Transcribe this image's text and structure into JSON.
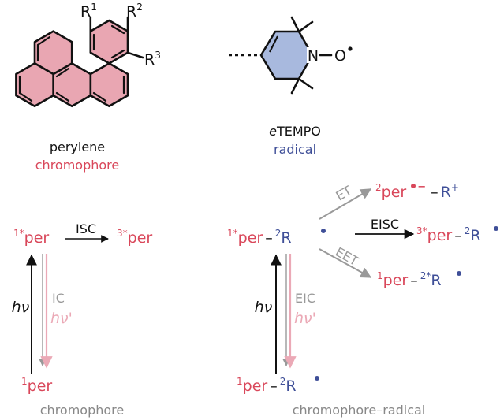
{
  "colors": {
    "red": "#d9475a",
    "pink_fill": "#e9a6b2",
    "blue": "#3f4f98",
    "blue_fill": "#a8b9de",
    "grey": "#999999",
    "light_pink": "#eba9b6",
    "black": "#111111"
  },
  "structures": {
    "perylene": {
      "r1": "R",
      "r1_sup": "1",
      "r2": "R",
      "r2_sup": "2",
      "r3": "R",
      "r3_sup": "3",
      "name": "perylene",
      "role": "chromophore"
    },
    "tempo": {
      "n_label": "N",
      "o_label": "O",
      "name_prefix": "e",
      "name_main": "TEMPO",
      "role": "radical"
    }
  },
  "left_scheme": {
    "singlet_excited": {
      "sup": "1*",
      "text": "per"
    },
    "triplet": {
      "sup": "3*",
      "text": "per"
    },
    "ground": {
      "sup": "1",
      "text": "per"
    },
    "isc_label": "ISC",
    "ic_label": "IC",
    "hv_main": "hν",
    "hv_prime": "hν'",
    "caption": "chromophore"
  },
  "right_scheme": {
    "excited": {
      "sup": "1*",
      "text": "per",
      "dash": "–",
      "rsup": "2",
      "r": "R"
    },
    "ground": {
      "sup": "1",
      "text": "per",
      "dash": "–",
      "rsup": "2",
      "r": "R"
    },
    "et_label": "ET",
    "et_product": {
      "sup": "2",
      "text": "per",
      "charge": "−",
      "dash": "–",
      "r": "R",
      "rsup": "+"
    },
    "eisc_label": "EISC",
    "eisc_product": {
      "sup": "3*",
      "text": "per",
      "dash": "–",
      "rsup": "2",
      "r": "R"
    },
    "eet_label": "EET",
    "eet_product": {
      "sup": "1",
      "text": "per",
      "dash": "–",
      "rsup": "2*",
      "r": "R"
    },
    "eic_label": "EIC",
    "hv_main": "hν",
    "hv_prime": "hν'",
    "caption": "chromophore–radical"
  }
}
